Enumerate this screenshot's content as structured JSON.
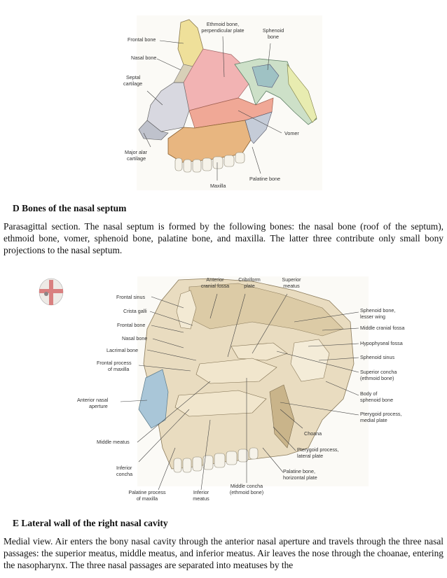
{
  "figure_d": {
    "labels": {
      "ethmoid": "Ethmoid bone,",
      "ethmoid2": "perpendicular plate",
      "sphenoid": "Sphenoid",
      "sphenoid2": "bone",
      "frontal": "Frontal bone",
      "nasal": "Nasal bone",
      "septal": "Septal",
      "septal2": "cartilage",
      "vomer": "Vomer",
      "alar": "Major alar",
      "alar2": "cartilage",
      "palatine": "Palatine bone",
      "maxilla": "Maxilla"
    },
    "caption_title": "D Bones of the nasal septum",
    "caption_text": "Parasagittal section. The nasal septum is formed by the following bones: the nasal bone (roof of the septum), ethmoid bone, vomer, sphenoid bone, palatine bone, and maxilla. The latter three contribute only small bony projections to the nasal septum."
  },
  "figure_e": {
    "labels": {
      "ant_cranial": "Anterior",
      "ant_cranial2": "cranial fossa",
      "cribriform": "Cribriform",
      "cribriform2": "plate",
      "sup_meatus": "Superior",
      "sup_meatus2": "meatus",
      "frontal_sinus": "Frontal sinus",
      "crista": "Crista galli",
      "frontal_bone": "Frontal bone",
      "nasal_bone": "Nasal bone",
      "lacrimal": "Lacrimal bone",
      "frontal_process": "Frontal process",
      "frontal_process2": "of maxilla",
      "ant_aperture": "Anterior nasal",
      "ant_aperture2": "aperture",
      "middle_meatus": "Middle meatus",
      "inf_concha": "Inferior",
      "inf_concha2": "concha",
      "palatine_process": "Palatine process",
      "palatine_process2": "of maxilla",
      "inf_meatus": "Inferior",
      "inf_meatus2": "meatus",
      "middle_concha": "Middle concha",
      "middle_concha2": "(ethmoid bone)",
      "sph_lesser": "Sphenoid bone,",
      "sph_lesser2": "lesser wing",
      "middle_cranial": "Middle cranial fossa",
      "hypophyseal": "Hypophyseal fossa",
      "sph_sinus": "Sphenoid sinus",
      "sup_concha": "Superior concha",
      "sup_concha2": "(ethmoid bone)",
      "body_sph": "Body of",
      "body_sph2": "sphenoid bone",
      "ptery_medial": "Pterygoid process,",
      "ptery_medial2": "medial plate",
      "choana": "Choana",
      "ptery_lateral": "Pterygoid process,",
      "ptery_lateral2": "lateral plate",
      "palatine_horiz": "Palatine bone,",
      "palatine_horiz2": "horizontal plate"
    },
    "caption_title": "E Lateral wall of the right nasal cavity",
    "caption_text": "Medial view. Air enters the bony nasal cavity through the anterior nasal aperture and travels through the three nasal passages: the superior meatus, middle meatus, and inferior meatus. Air leaves the nose through the choanae, entering the nasopharynx. The three nasal passages are separated into meatuses by the"
  }
}
